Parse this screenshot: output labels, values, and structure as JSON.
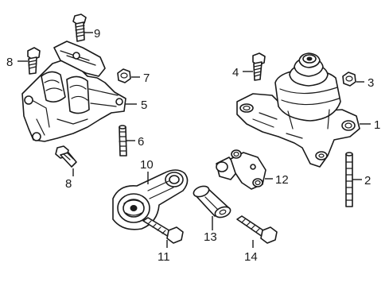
{
  "callouts": {
    "c1": "1",
    "c2": "2",
    "c3": "3",
    "c4": "4",
    "c5": "5",
    "c6": "6",
    "c7": "7",
    "c8a": "8",
    "c8b": "8",
    "c9": "9",
    "c10": "10",
    "c11": "11",
    "c12": "12",
    "c13": "13",
    "c14": "14"
  }
}
